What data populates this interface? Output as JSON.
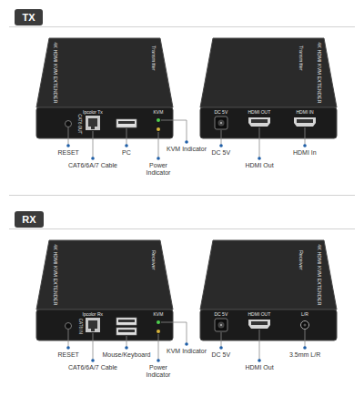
{
  "diagram": {
    "nodes": [
      {
        "text": [
          "TX"
        ]
      },
      {
        "text": [
          "RX"
        ]
      }
    ],
    "labels": [
      "4K HDMI KVM EXTENDER",
      "Transmitter",
      "KVM",
      "Ipcolor Tx",
      "CAT6 OUT",
      "Transmitter",
      "4K HDMI KVM EXTENDER",
      "DC 5V",
      "HDMI OUT",
      "HDMI IN",
      "RESET",
      "CAT6/6A/7 Cable",
      "PC",
      "Power Indicator",
      "KVM Indicator",
      "DC 5V",
      "HDMI Out",
      "HDMI In",
      "4K HDMI KVM EXTENDER",
      "Receiver",
      "KVM",
      "Ipcolor Rx",
      "CAT6 IN",
      "Receiver",
      "4K HDMI KVM EXTENDER",
      "DC 5V",
      "HDMI OUT",
      "L/R",
      "RESET",
      "CAT6/6A/7 Cable",
      "Mouse/Keyboard",
      "Power Indicator",
      "KVM Indicator",
      "DC 5V",
      "HDMI Out",
      "3.5mm L/R"
    ]
  }
}
